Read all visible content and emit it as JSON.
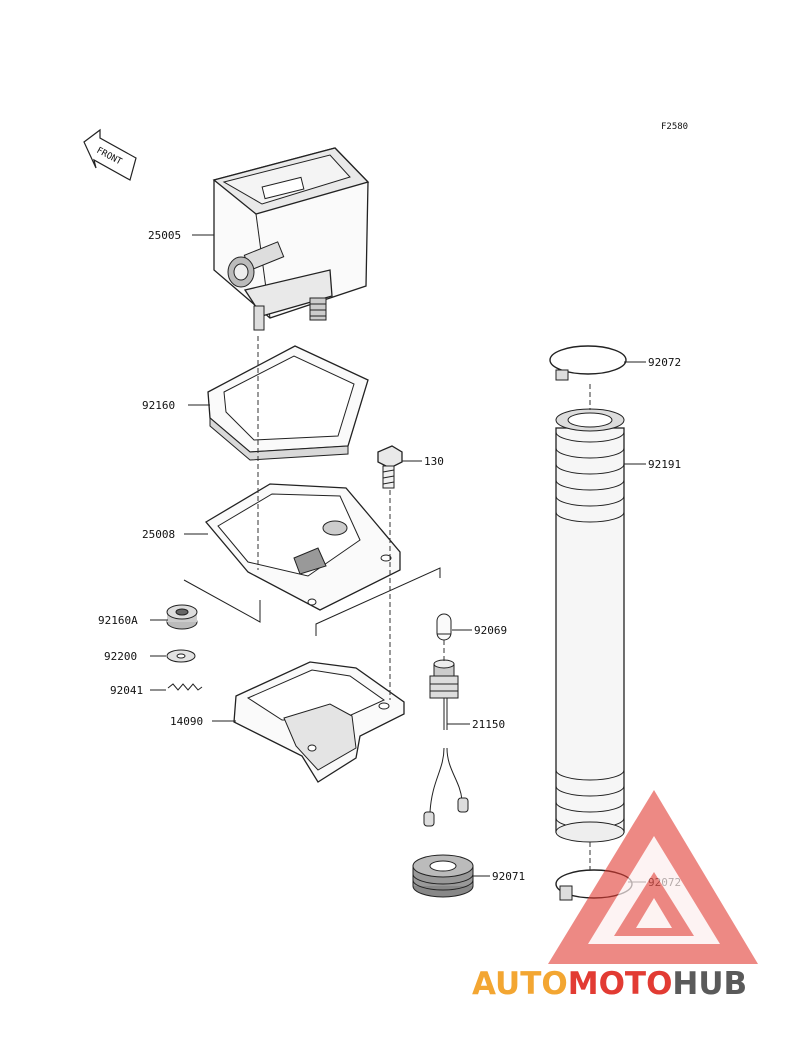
{
  "figure_id": "F2580",
  "front_label": "FRONT",
  "brand": {
    "part1": "AUTO",
    "part2": "MOTO",
    "part3": "HUB"
  },
  "colors": {
    "watermark_red": "#e23b33",
    "watermark_orange": "#f3a632",
    "watermark_gray": "#5a5a5a"
  },
  "parts": [
    {
      "number": "25005",
      "name": "speedometer"
    },
    {
      "number": "92160",
      "name": "gasket"
    },
    {
      "number": "130",
      "name": "bolt"
    },
    {
      "number": "25008",
      "name": "meter-case"
    },
    {
      "number": "92160A",
      "name": "grommet"
    },
    {
      "number": "92200",
      "name": "washer"
    },
    {
      "number": "92041",
      "name": "spring"
    },
    {
      "number": "14090",
      "name": "bracket-cover"
    },
    {
      "number": "92069",
      "name": "bulb"
    },
    {
      "number": "21150",
      "name": "socket-harness"
    },
    {
      "number": "92071",
      "name": "damper"
    },
    {
      "number": "92072",
      "name": "clamp-top"
    },
    {
      "number": "92191",
      "name": "cable-boot"
    },
    {
      "number": "92072",
      "name": "clamp-bottom"
    }
  ]
}
